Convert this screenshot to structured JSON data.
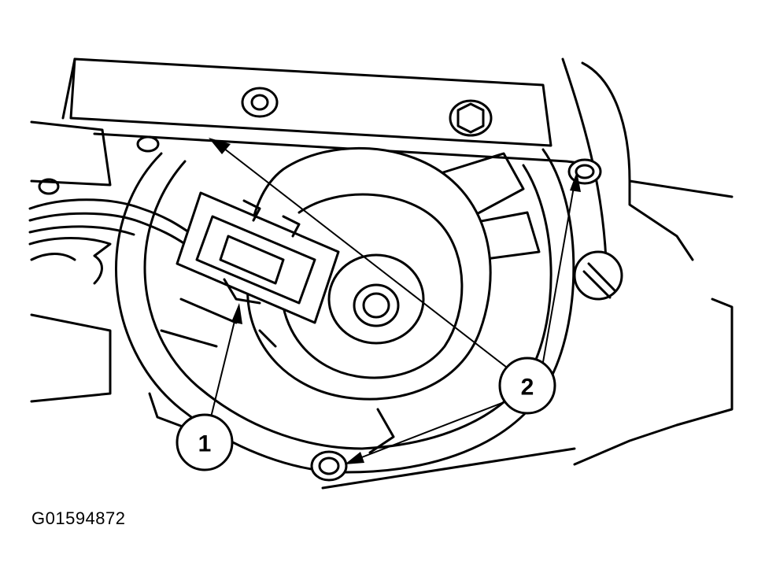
{
  "figure_id": "G01594872",
  "callouts": [
    {
      "number": "1",
      "meaning": "electrical-connector"
    },
    {
      "number": "2",
      "meaning": "mounting-bolts"
    }
  ],
  "colors": {
    "line": "#000000",
    "background": "#ffffff"
  }
}
